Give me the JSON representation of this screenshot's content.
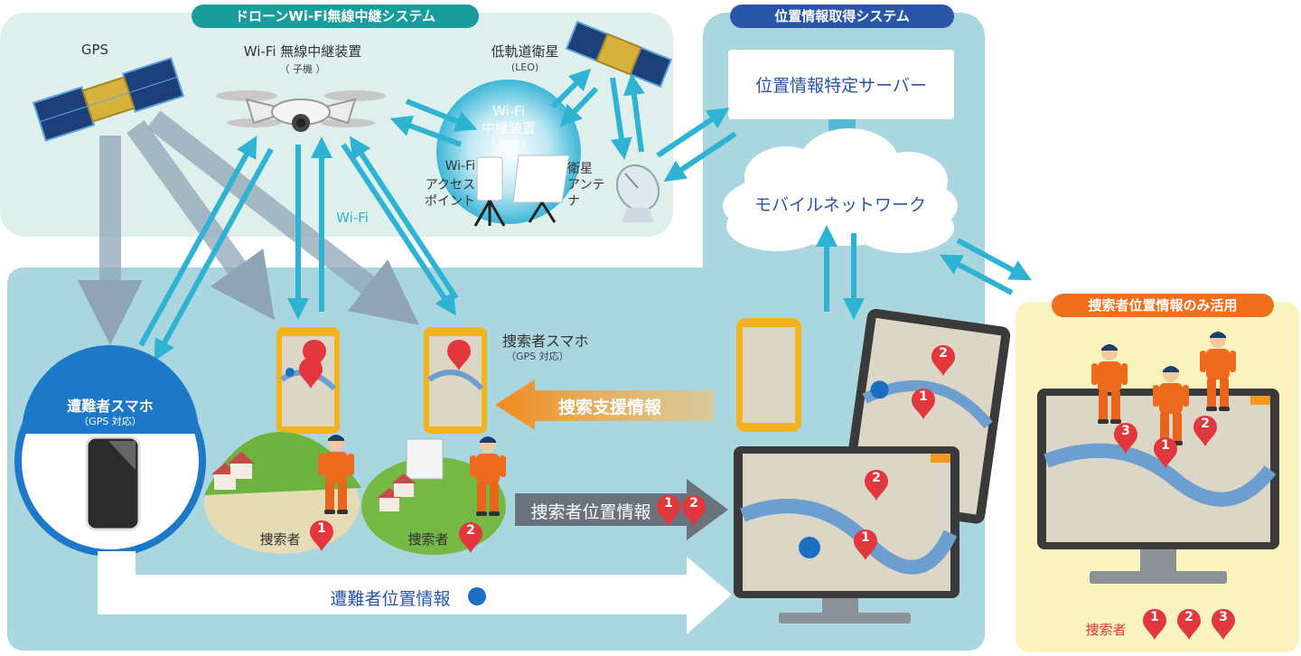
{
  "colors": {
    "drone_panel": "#dff0ec",
    "location_panel": "#a9d6df",
    "searcher_panel": "#fbf3bf",
    "teal_label": "#1b9c9c",
    "navy_label": "#2a56a7",
    "orange_label": "#ef6f1c",
    "arrow_cyan": "#2fb3d3",
    "arrow_gray": "#8fa5b6",
    "pin_red": "#e2383d",
    "dot_blue": "#1b6ec1"
  },
  "sections": {
    "drone_system": "ドローンWi-Fi無線中継システム",
    "location_system": "位置情報取得システム",
    "searcher_only": "捜索者位置情報のみ活用"
  },
  "nodes": {
    "gps": "GPS",
    "wifi_relay_child": "Wi-Fi 無線中継装置",
    "wifi_relay_child_sub": "（ 子機 ）",
    "leo": "低軌道衛星",
    "leo_sub": "(LEO)",
    "wifi_relay_parent_1": "Wi-Fi",
    "wifi_relay_parent_2": "中継装置",
    "wifi_relay_parent_sub": "（ 親機 ）",
    "access_point_1": "Wi-Fi",
    "access_point_2": "アクセス",
    "access_point_3": "ポイント",
    "antenna_1": "衛星",
    "antenna_2": "アンテ",
    "antenna_3": "ナ",
    "wifi": "Wi-Fi",
    "server": "位置情報特定サーバー",
    "mobile_network": "モバイルネットワーク",
    "victim_phone": "遭難者スマホ",
    "victim_phone_sub": "（GPS 対応）",
    "searcher_phone": "捜索者スマホ",
    "searcher_phone_sub": "（GPS 対応）",
    "searcher1": "捜索者",
    "searcher2": "捜索者",
    "searchers_legend": "捜索者"
  },
  "flows": {
    "search_support": "捜索支援情報",
    "searcher_location": "捜索者位置情報",
    "victim_location": "遭難者位置情報"
  },
  "pins": {
    "one": "1",
    "two": "2",
    "three": "3"
  }
}
